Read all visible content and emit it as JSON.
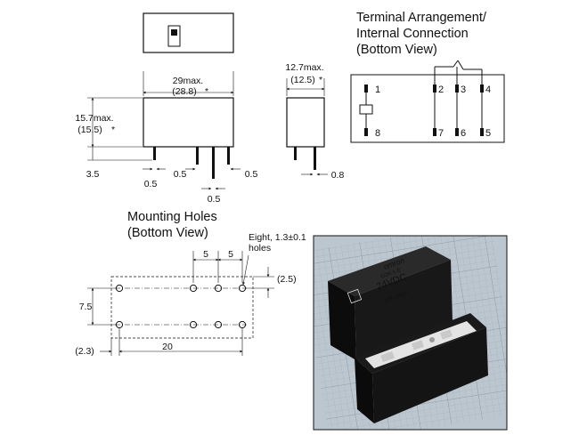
{
  "top_view": {},
  "front_view": {
    "width_max": "29max.",
    "width_nominal": "(28.8)",
    "height_max": "15.7max.",
    "height_nominal": "(15.5)",
    "nominal_mark": "*",
    "pin_length": "3.5",
    "pin_width_a": "0.5",
    "pin_width_b": "0.5",
    "pin_width_c": "0.5",
    "pin_width_d": "0.5"
  },
  "side_view": {
    "depth_max": "12.7max.",
    "depth_nominal": "(12.5)",
    "nominal_mark": "*",
    "pin_thickness": "0.8"
  },
  "terminal": {
    "title_line1": "Terminal Arrangement/",
    "title_line2": "Internal Connection",
    "title_line3": "(Bottom View)",
    "pins": {
      "p1": "1",
      "p2": "2",
      "p3": "3",
      "p4": "4",
      "p5": "5",
      "p6": "6",
      "p7": "7",
      "p8": "8"
    }
  },
  "mounting": {
    "title_line1": "Mounting Holes",
    "title_line2": "(Bottom View)",
    "pitch_a": "5",
    "pitch_b": "5",
    "holes_note_line1": "Eight, 1.3±0.1",
    "holes_note_line2": "holes",
    "offset_right": "(2.5)",
    "row_spacing": "7.5",
    "offset_left": "(2.3)",
    "span": "20"
  },
  "photo": {
    "brand": "omron",
    "model": "G2R-1-E",
    "voltage": "24VDC",
    "rating": "16A 250V~"
  },
  "colors": {
    "photo_background": "#bcc6cf",
    "grid_line": "#9aa8b4",
    "relay_body": "#121212",
    "marking": "#cfd3d6",
    "contacts": "#e4e4e4"
  }
}
